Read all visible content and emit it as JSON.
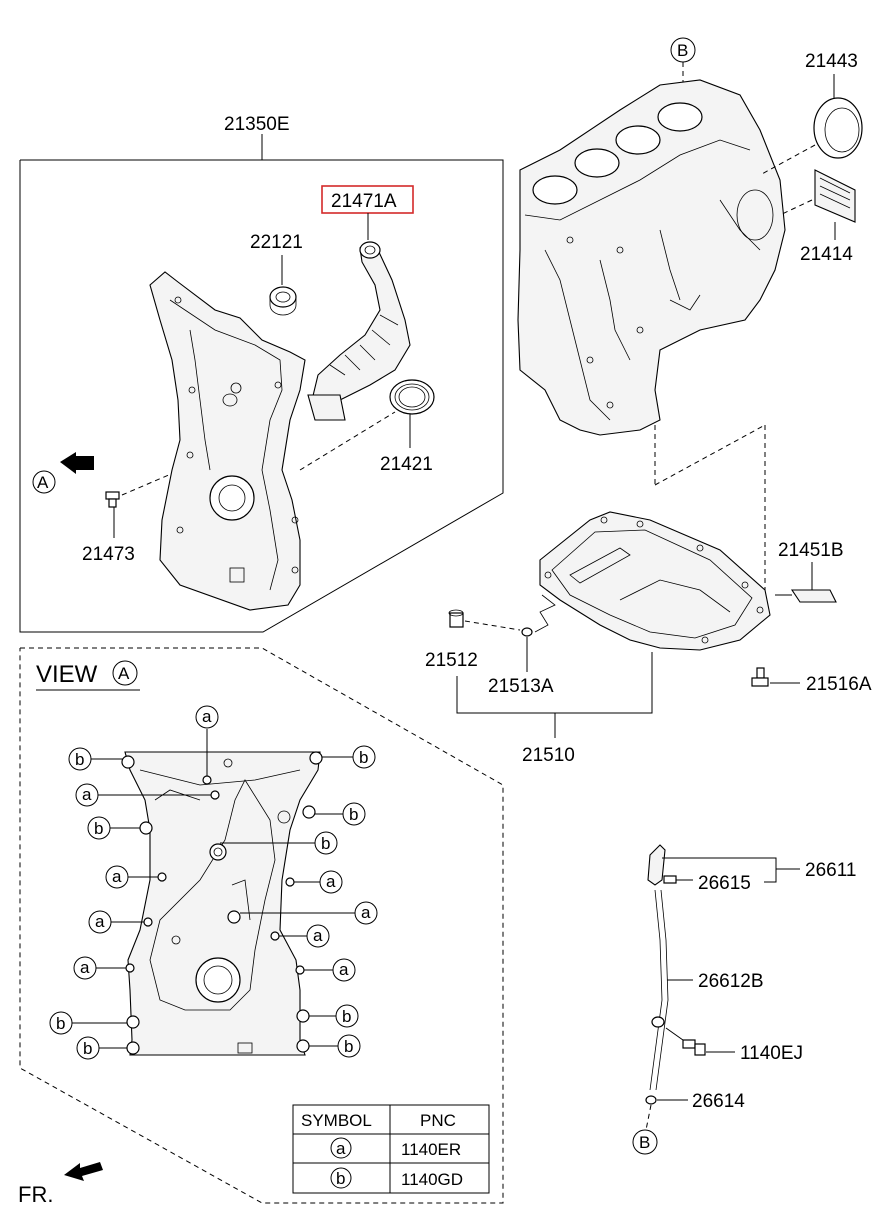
{
  "labels": {
    "p21350E": "21350E",
    "p21471A": "21471A",
    "p22121": "22121",
    "p21421": "21421",
    "p21473": "21473",
    "p21443": "21443",
    "p21414": "21414",
    "p21451B": "21451B",
    "p21512": "21512",
    "p21513A": "21513A",
    "p21516A": "21516A",
    "p21510": "21510",
    "p26611": "26611",
    "p26615": "26615",
    "p26612B": "26612B",
    "p1140EJ": "1140EJ",
    "p26614": "26614"
  },
  "markers": {
    "A": "A",
    "B": "B",
    "a": "a",
    "b": "b"
  },
  "view": {
    "word": "VIEW",
    "letter": "A"
  },
  "front": "FR.",
  "symbol_table": {
    "headers": [
      "SYMBOL",
      "PNC"
    ],
    "rows": [
      {
        "symbol": "a",
        "pnc": "1140ER"
      },
      {
        "symbol": "b",
        "pnc": "1140GD"
      }
    ]
  },
  "colors": {
    "highlight": "#d42a2a",
    "ink": "#000000"
  }
}
